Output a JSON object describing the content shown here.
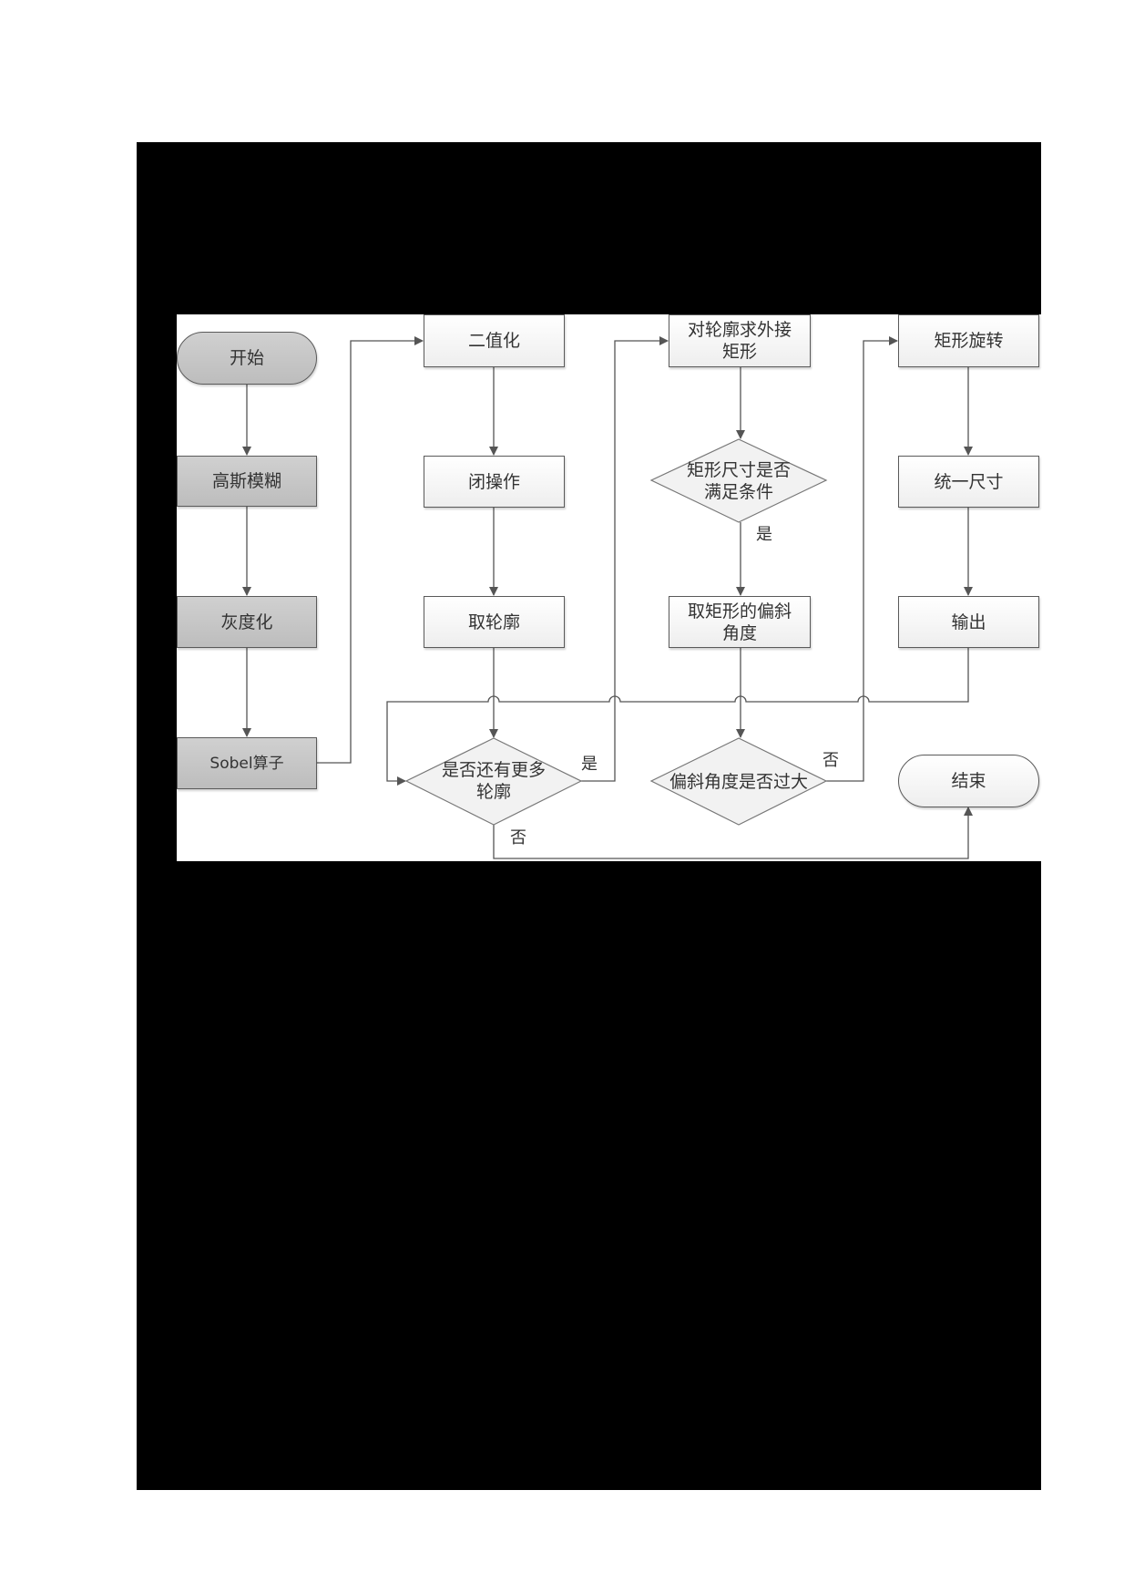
{
  "flowchart": {
    "colors": {
      "redaction": "#000000",
      "line": "#555555",
      "light_fill": "#f4f4f4",
      "dark_fill": "#c4c4c4"
    },
    "nodes": {
      "start": "开始",
      "gaussian_blur": "高斯模糊",
      "grayscale": "灰度化",
      "sobel": "Sobel算子",
      "binarize": "二值化",
      "close_op": "闭操作",
      "get_contours": "取轮廓",
      "more_contours": "是否还有更多轮廓",
      "bounding_rect": "对轮廓求外接矩形",
      "size_check": "矩形尺寸是否满足条件",
      "skew_angle": "取矩形的偏斜角度",
      "angle_check": "偏斜角度是否过大",
      "rotate": "矩形旋转",
      "resize": "统一尺寸",
      "output": "输出",
      "end": "结束"
    },
    "edge_labels": {
      "more_contours_yes": "是",
      "more_contours_no": "否",
      "size_check_yes": "是",
      "angle_check_no": "否"
    }
  }
}
